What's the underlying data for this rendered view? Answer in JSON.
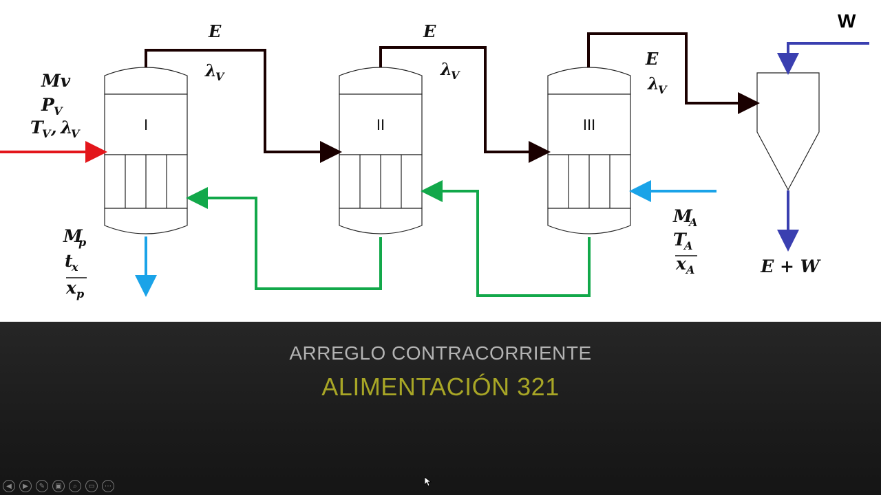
{
  "diagram": {
    "evaporators": [
      {
        "id": "effect-1",
        "label": "I"
      },
      {
        "id": "effect-2",
        "label": "II"
      },
      {
        "id": "effect-3",
        "label": "III"
      }
    ],
    "vapor_labels": {
      "E": "E",
      "lambda": "λ",
      "lambda_sub": "V"
    },
    "steam_inlet": {
      "mv": "Mv",
      "p": "P",
      "p_sub": "V",
      "t": "T",
      "t_sub": "V",
      "comma": ",",
      "lambda": "λ",
      "lambda_sub": "V"
    },
    "product": {
      "m": "M",
      "m_sub": "p",
      "t": "t",
      "t_sub": "x",
      "x": "x",
      "x_sub": "p"
    },
    "feed": {
      "m": "M",
      "m_sub": "A",
      "t": "T",
      "t_sub": "A",
      "x": "x",
      "x_sub": "A"
    },
    "condenser": {
      "w_label": "W",
      "outlet_label": "E + W"
    },
    "colors": {
      "steam": "#e3161b",
      "vapor": "#1a0000",
      "liquid": "#12a84a",
      "feed": "#1aa3e8",
      "water": "#3a3fb0"
    }
  },
  "slide": {
    "subtitle": "ARREGLO CONTRACORRIENTE",
    "title": "ALIMENTACIÓN 321"
  },
  "toolbar": {
    "buttons": [
      {
        "name": "previous-slide-button",
        "icon": "◀"
      },
      {
        "name": "next-slide-button",
        "icon": "▶"
      },
      {
        "name": "pen-tool-button",
        "icon": "✎"
      },
      {
        "name": "see-all-slides-button",
        "icon": "▣"
      },
      {
        "name": "zoom-button",
        "icon": "⌕"
      },
      {
        "name": "subtitles-button",
        "icon": "▭"
      },
      {
        "name": "more-options-button",
        "icon": "⋯"
      }
    ]
  }
}
